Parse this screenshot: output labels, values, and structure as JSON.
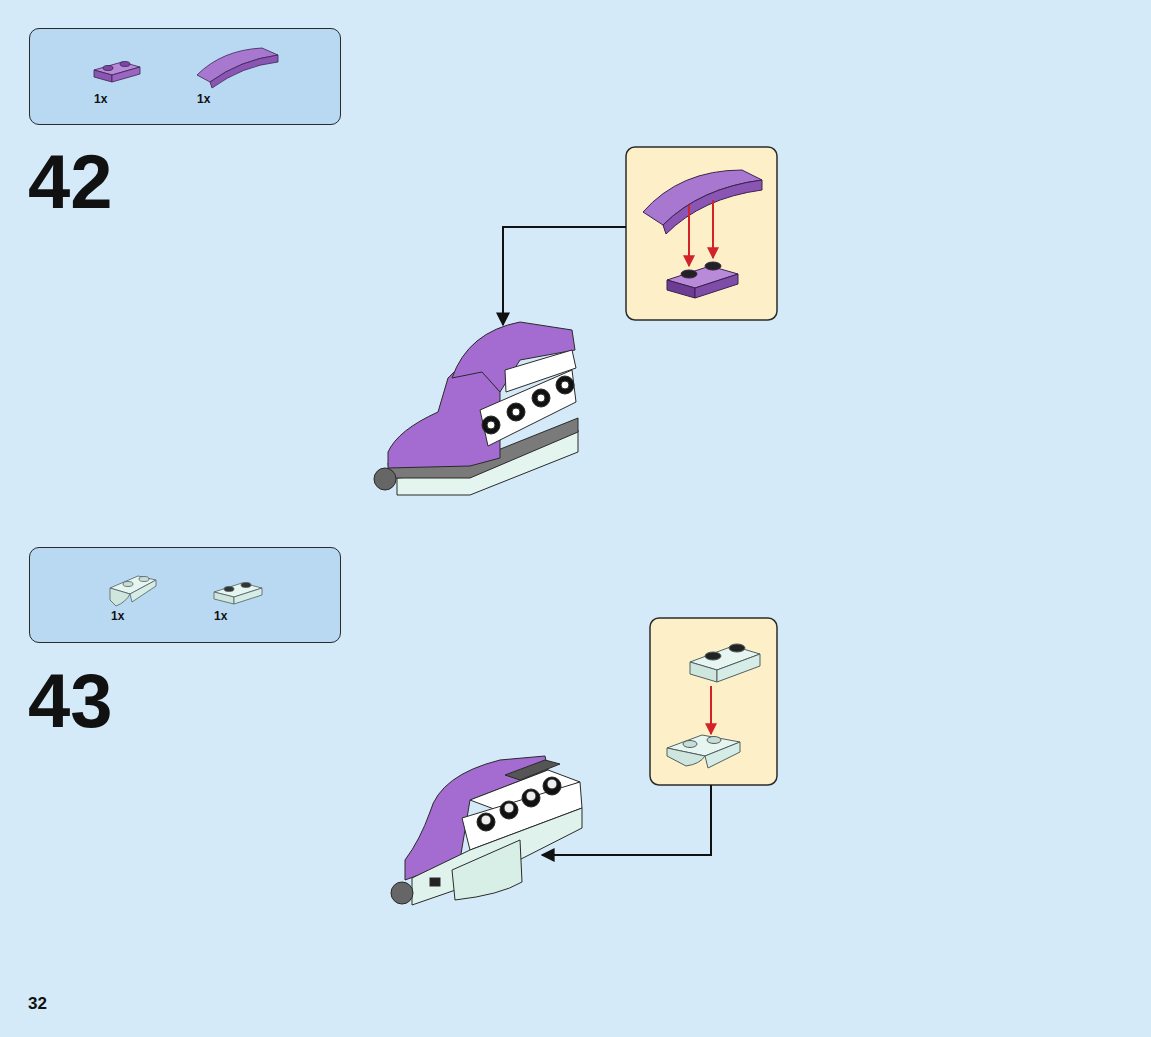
{
  "diagram": {
    "nodes": [
      {
        "text": [
          "1x",
          "1x"
        ]
      },
      {
        "text": [
          "1x",
          "1x"
        ]
      }
    ],
    "labels": [
      "42",
      "43",
      "32"
    ]
  }
}
